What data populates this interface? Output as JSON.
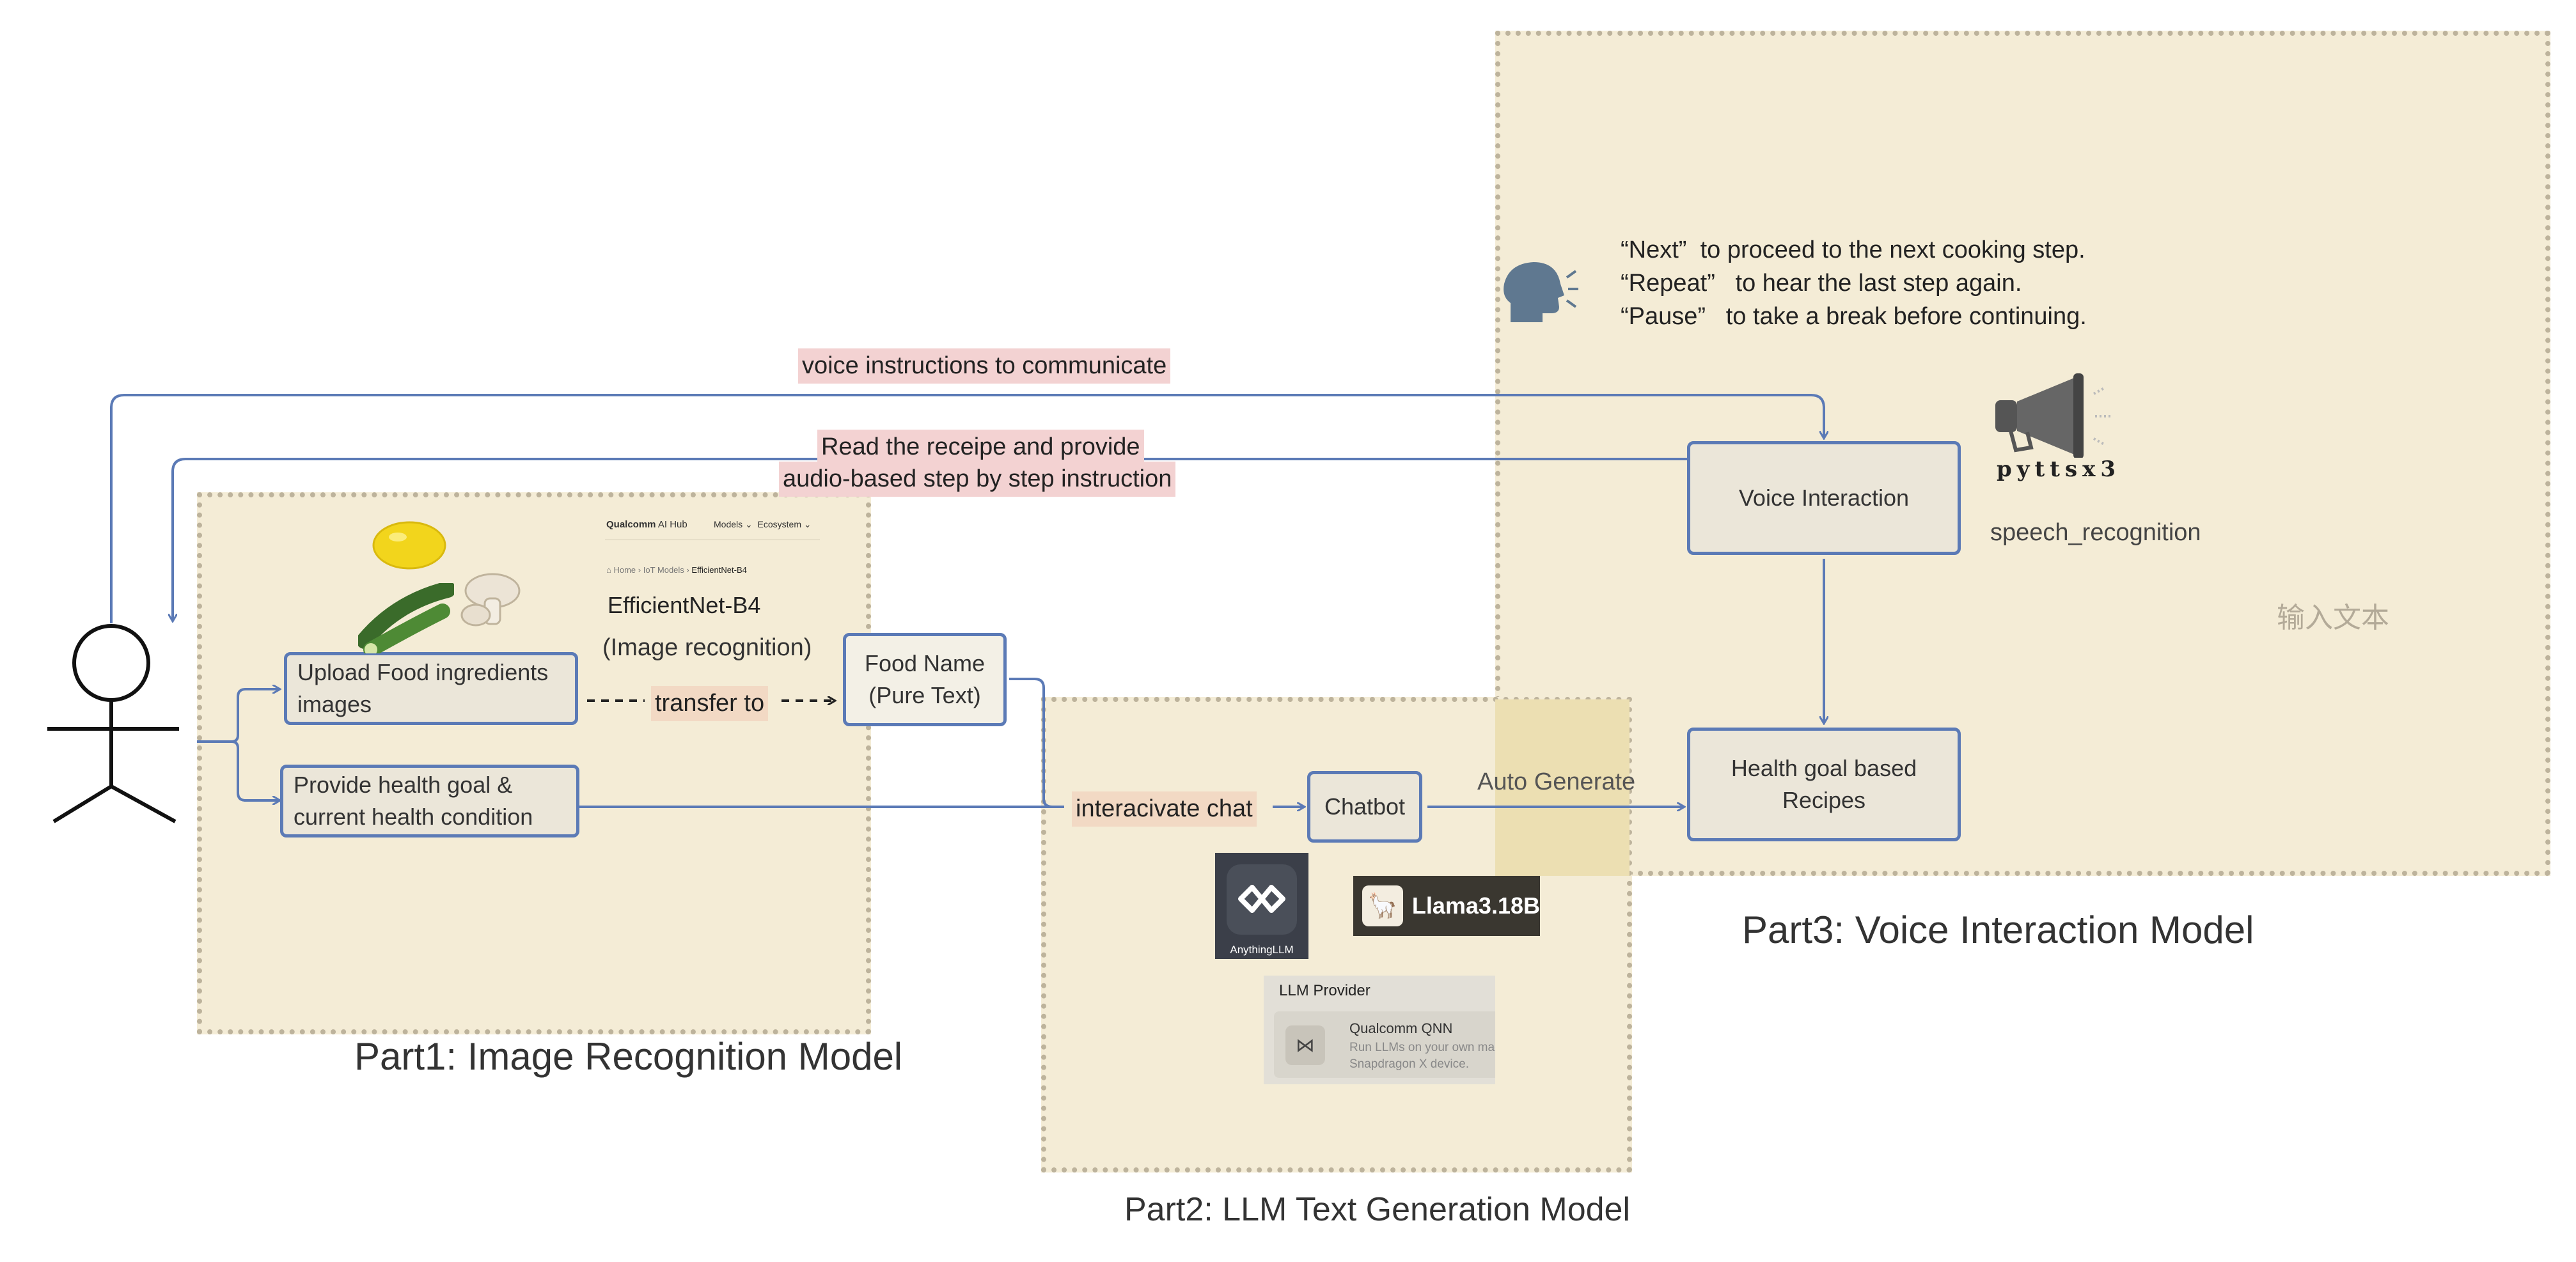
{
  "panels": {
    "part1_title": "Part1: Image Recognition Model",
    "part2_title": "Part2: LLM Text Generation Model",
    "part3_title": "Part3: Voice Interaction Model"
  },
  "edge_labels": {
    "voice_instructions": "voice instructions to communicate",
    "read_receipe_line1": "Read the receipe and provide",
    "read_receipe_line2": "audio-based step by step instruction",
    "transfer_to": "transfer to",
    "interactive_chat": "interacivate chat",
    "auto_generate": "Auto Generate"
  },
  "nodes": {
    "upload_line1": "Upload Food  ingredients",
    "upload_line2": "images",
    "health_goal_line1": "Provide health goal &",
    "health_goal_line2": "current health condition",
    "food_name_line1": "Food Name",
    "food_name_line2": "(Pure Text)",
    "chatbot": "Chatbot",
    "voice_interaction": "Voice Interaction",
    "recipes_line1": "Health goal based",
    "recipes_line2": "Recipes"
  },
  "model_card": {
    "brand": "Qualcomm",
    "hub": "AI Hub",
    "nav_models": "Models",
    "nav_ecosystem": "Ecosystem",
    "crumb_home": "Home",
    "crumb_iot": "IoT Models",
    "crumb_current": "EfficientNet-B4",
    "title": "EfficientNet-B4",
    "subtitle": "(Image recognition)"
  },
  "voice_commands": {
    "next_key": "“Next”",
    "next_desc": "to proceed to the next cooking step.",
    "repeat_key": "“Repeat”",
    "repeat_desc": "to hear the last step again.",
    "pause_key": "“Pause”",
    "pause_desc": "to take a break before continuing."
  },
  "logos": {
    "anythingllm": "AnythingLLM",
    "llama": "Llama3.18B",
    "llm_provider": "LLM Provider",
    "qualcomm_qnn": "Qualcomm QNN",
    "qnn_desc_line1": "Run LLMs on your own mach",
    "qnn_desc_line2": "Snapdragon X device.",
    "pyttsx3": "pyttsx3",
    "speech_recognition": "speech_recognition"
  },
  "placeholder_text": "输入文本",
  "colors": {
    "panel_fill": "#f4ecd6",
    "panel_border": "#bdb39c",
    "node_border": "#5b7ab6",
    "arrow": "#5b7ab6",
    "highlight_pink": "#f3d2d2",
    "highlight_orange": "#f2d9c4"
  }
}
